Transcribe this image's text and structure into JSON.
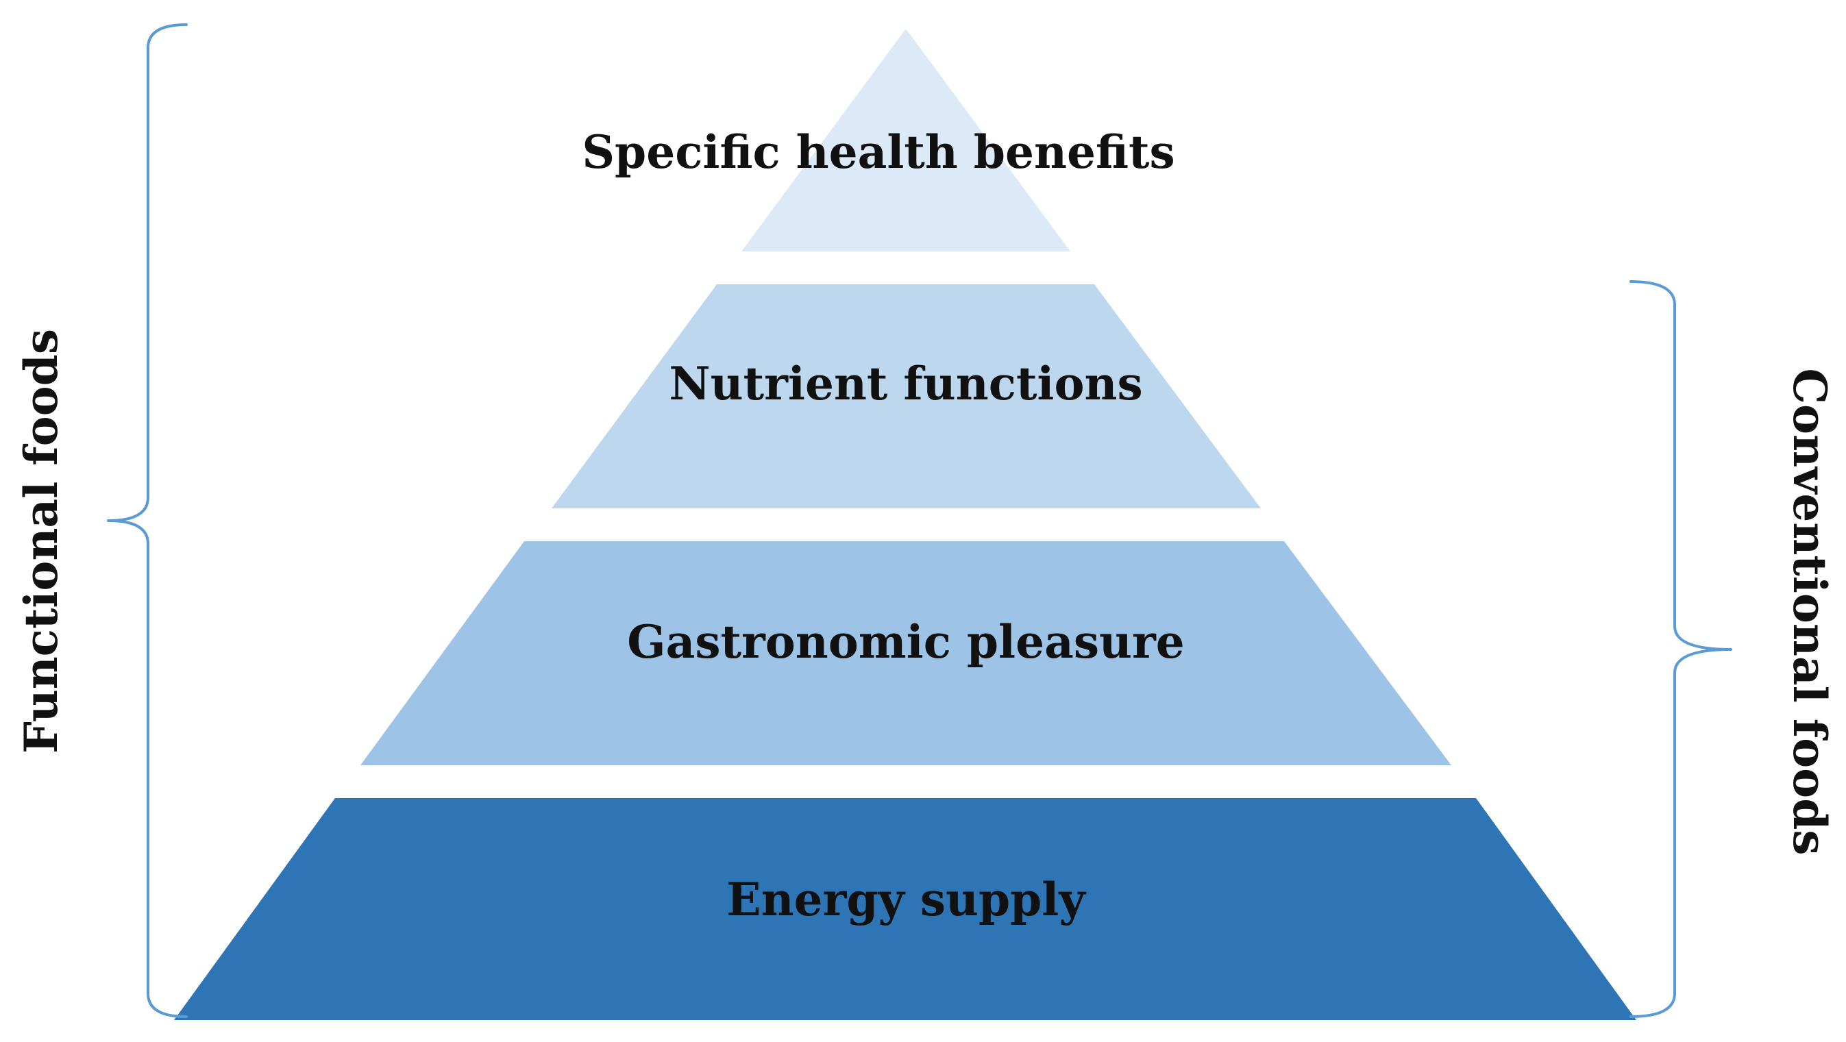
{
  "diagram": {
    "tiers": [
      {
        "label": "Specific health benefits",
        "color": "#dce9f6"
      },
      {
        "label": "Nutrient functions",
        "color": "#bdd7ee"
      },
      {
        "label": "Gastronomic pleasure",
        "color": "#9dc3e6"
      },
      {
        "label": "Energy supply",
        "color": "#2e75b6"
      }
    ],
    "left_group": {
      "label": "Functional foods",
      "spans": "all tiers"
    },
    "right_group": {
      "label": "Conventional foods",
      "spans": "bottom three tiers"
    },
    "brace_color": "#5b9bd5"
  }
}
